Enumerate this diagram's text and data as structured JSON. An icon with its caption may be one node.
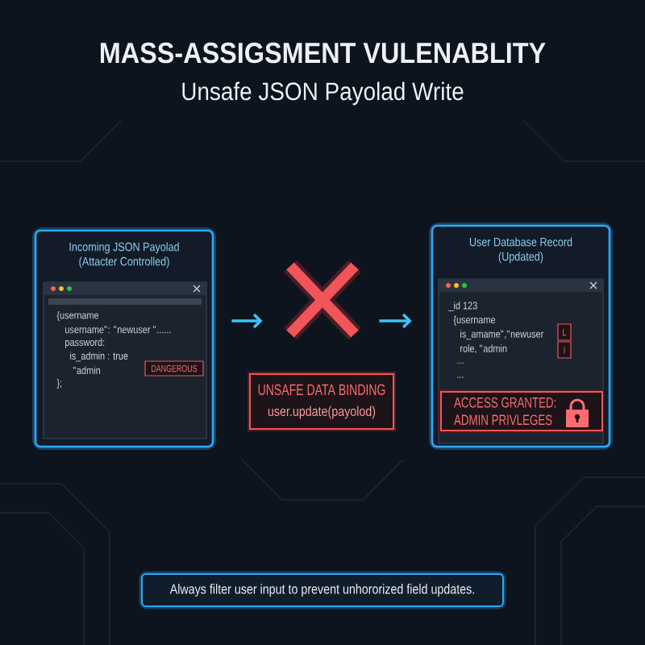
{
  "diagram": {
    "title": "MASS-ASSIGSMENT VULENABLITY",
    "nodes": [
      {
        "text": [
          "Incoming JSON Payolad (Attacter Controlled)"
        ]
      },
      {
        "text": [
          "{username",
          "username\": \"newuser \"......",
          "password:",
          "is_admin : true",
          "\"admin",
          "};"
        ],
        "in": 0
      },
      {
        "text": [
          "DANGEROUS"
        ],
        "in": 1
      },
      {
        "text": [],
        "shape": "cross"
      },
      {
        "text": [
          "UNSAFE DATA BINDING",
          "user.update(payolod)"
        ]
      },
      {
        "text": [
          "User Database Record (Updated)"
        ]
      },
      {
        "text": [
          "_id 123",
          "{username",
          "is_amame\",\"newuser",
          "role, \"admin",
          "...",
          "..."
        ],
        "in": 5
      },
      {
        "text": [
          "L"
        ],
        "in": 6
      },
      {
        "text": [
          "I"
        ],
        "in": 6
      },
      {
        "text": [
          "ACCESS GRANTED: ADMIN PRIVLEGES"
        ],
        "in": 6
      },
      {
        "text": [
          "Always filter user input to prevent unhororized field updates."
        ]
      }
    ],
    "edges": [
      {
        "from": 0,
        "to": 3,
        "arrow": "to"
      },
      {
        "from": 3,
        "to": 5,
        "arrow": "to"
      }
    ],
    "labels": [
      "Unsafe JSON Payolad Write"
    ]
  }
}
